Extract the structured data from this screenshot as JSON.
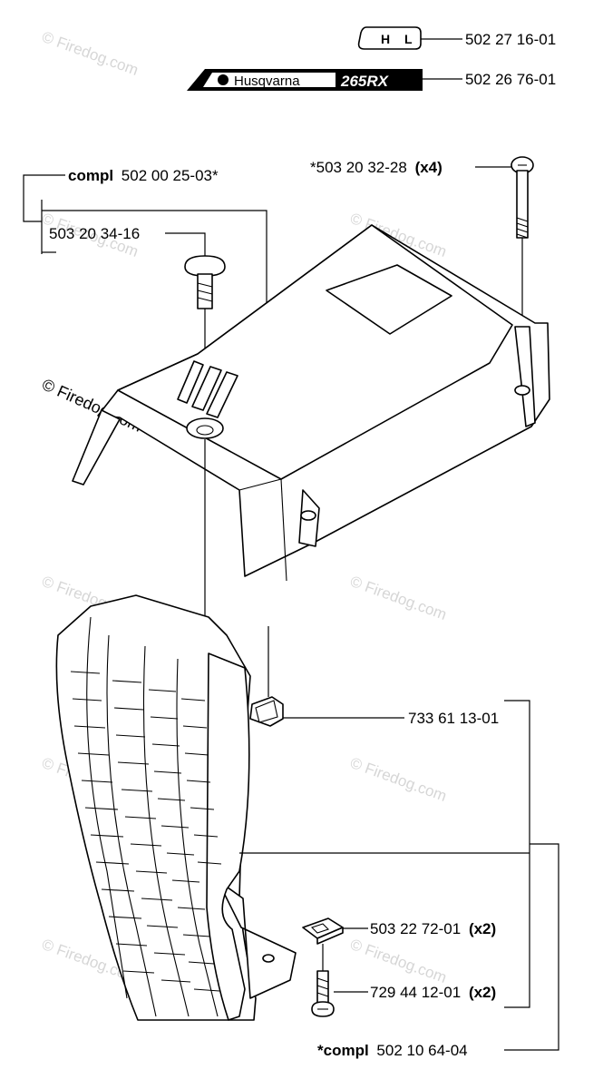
{
  "decal_hl_code": "H L",
  "decal_brand": "Husqvarna",
  "decal_model": "265RX",
  "labels": {
    "hl_decal": "502 27 16-01",
    "brand_decal": "502 26 76-01",
    "screw_top": "*503 20 32-28",
    "screw_top_qty": "(x4)",
    "compl_top_bold": "compl",
    "compl_top_num": "502 00 25-03*",
    "rivet": "503 20 34-16",
    "clip": "733 61 13-01",
    "nut": "503 22 72-01",
    "nut_qty": "(x2)",
    "screw_bottom": "729 44 12-01",
    "screw_bottom_qty": "(x2)",
    "compl_bottom_prefix": "*compl",
    "compl_bottom_num": "502 10 64-04"
  },
  "watermark": "© Firedog.com"
}
